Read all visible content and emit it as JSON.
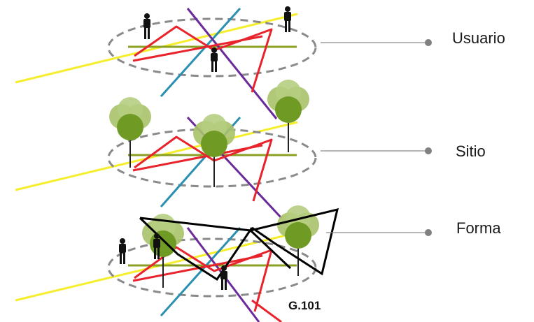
{
  "layers": [
    {
      "label": "Usuario"
    },
    {
      "label": "Sitio"
    },
    {
      "label": "Forma"
    }
  ],
  "figure_code": "G.101",
  "colors": {
    "yellow": "#f4ee2c",
    "red": "#e8232b",
    "blue": "#2a8fb0",
    "purple": "#6b2a9a",
    "green_line": "#8aa023",
    "ellipse": "#8a8a8a",
    "connector": "#8a8a8a",
    "dot": "#808080",
    "tree_canopy": "#a8c26a",
    "tree_canopy_dark": "#6f9a24",
    "person": "#111111",
    "form_outline": "#000000"
  }
}
